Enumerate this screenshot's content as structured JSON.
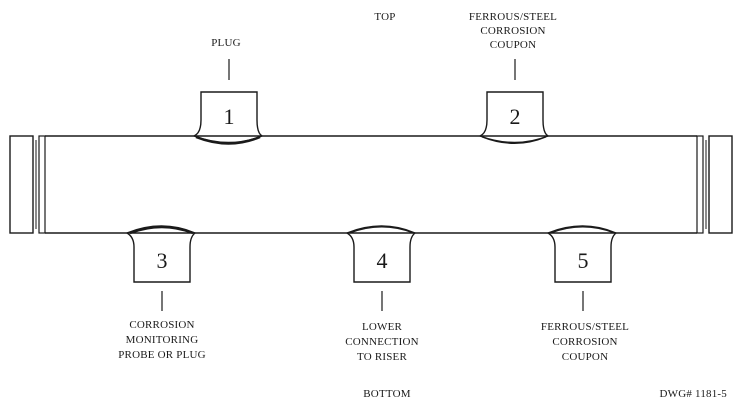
{
  "labels": {
    "top": "TOP",
    "bottom": "BOTTOM",
    "drawing_number": "DWG# 1181-5"
  },
  "ports": [
    {
      "number": "1",
      "description": [
        "PLUG"
      ]
    },
    {
      "number": "2",
      "description": [
        "FERROUS/STEEL",
        "CORROSION",
        "COUPON"
      ]
    },
    {
      "number": "3",
      "description": [
        "CORROSION",
        "MONITORING",
        "PROBE OR PLUG"
      ]
    },
    {
      "number": "4",
      "description": [
        "LOWER",
        "CONNECTION",
        "TO RISER"
      ]
    },
    {
      "number": "5",
      "description": [
        "FERROUS/STEEL",
        "CORROSION",
        "COUPON"
      ]
    }
  ]
}
